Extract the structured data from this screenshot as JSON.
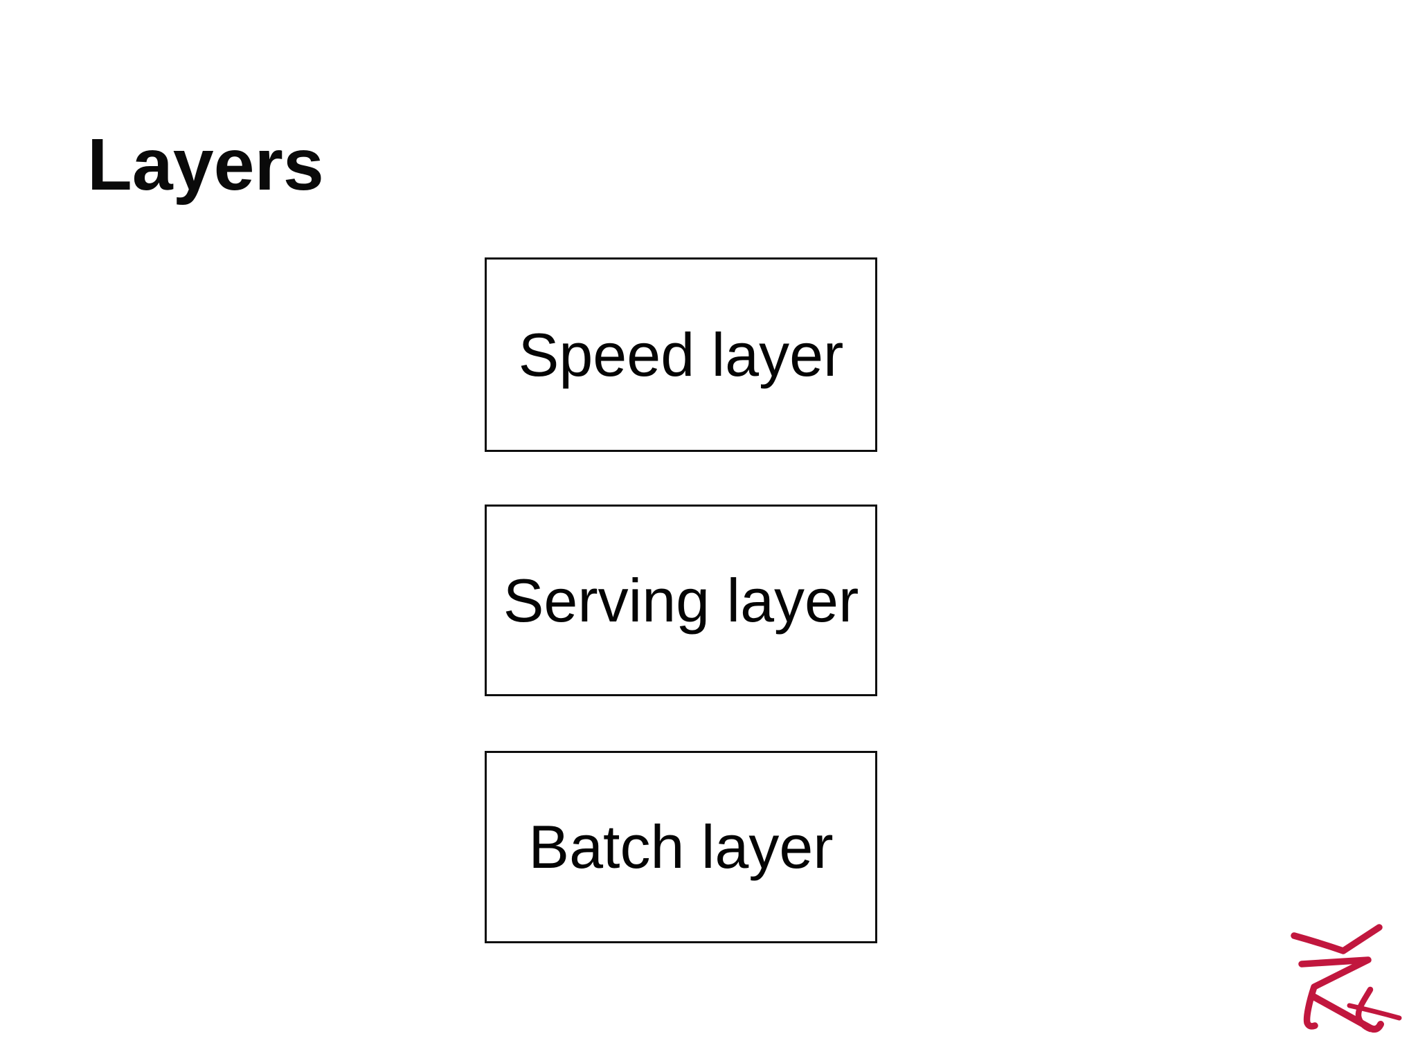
{
  "slide": {
    "title": "Layers",
    "boxes": [
      {
        "label": "Speed layer"
      },
      {
        "label": "Serving layer"
      },
      {
        "label": "Batch layer"
      }
    ],
    "logo": {
      "name": "signature-logo",
      "color": "#C1173E"
    },
    "colors": {
      "background": "#FFFFFF",
      "text": "#000000",
      "box_border": "#0E0E0E"
    }
  }
}
